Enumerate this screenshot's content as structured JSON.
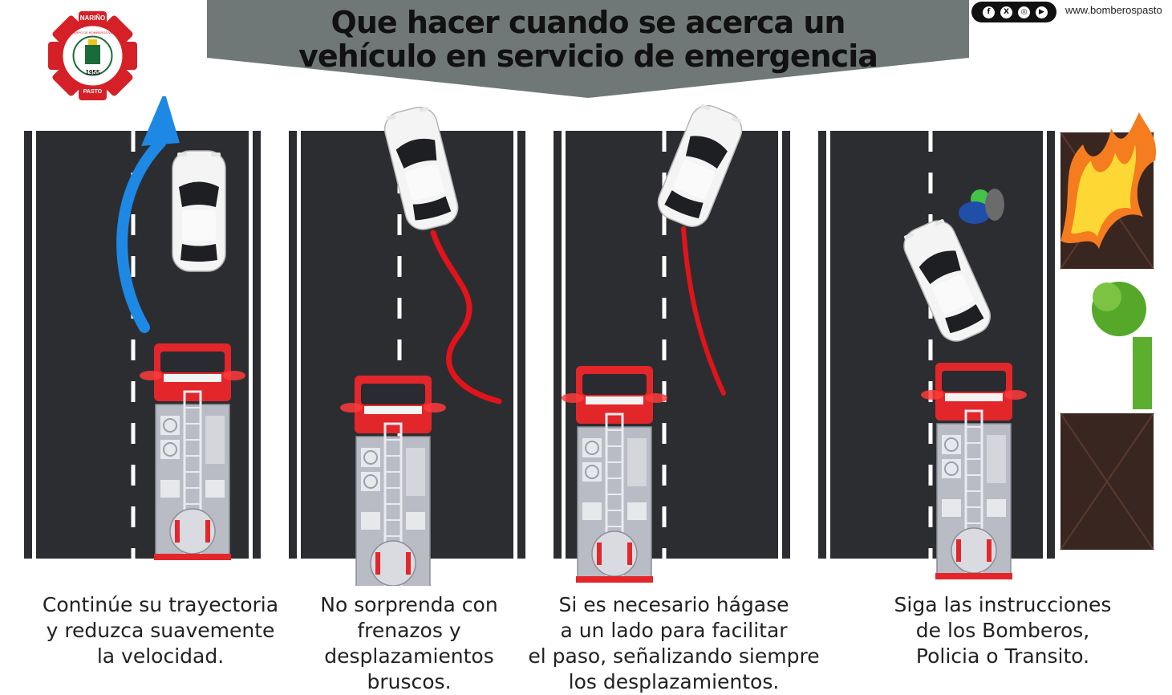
{
  "header": {
    "title_line1": "Que hacer cuando se acerca un",
    "title_line2": "vehículo en servicio de emergencia",
    "banner_color": "#6f7777"
  },
  "logo": {
    "top_text": "NARIÑO",
    "ring_text": "CUERPO DE BOMBEROS VOLUNTARIOS",
    "year": "1955",
    "bottom_text": "PASTO"
  },
  "social": {
    "icons": [
      "facebook-icon",
      "x-icon",
      "instagram-icon",
      "youtube-icon"
    ],
    "website": "www.bomberospasto"
  },
  "panels": [
    {
      "caption": [
        "Continúe su trayectoria",
        "y reduzca suavemente",
        "la velocidad."
      ]
    },
    {
      "caption": [
        "No sorprenda con",
        "frenazos y",
        "desplazamientos",
        "bruscos."
      ]
    },
    {
      "caption": [
        "Si es necesario hágase",
        "a un lado para facilitar",
        "el paso, señalizando siempre",
        "los desplazamientos."
      ]
    },
    {
      "caption": [
        "Siga las instrucciones",
        "de los Bomberos,",
        "Policia o Transito."
      ]
    }
  ],
  "colors": {
    "road": "#2c2d31",
    "truck_red": "#e3262a",
    "truck_body": "#b9bcc5",
    "arrow_blue": "#1e88e5",
    "skid_red": "#e0141a"
  }
}
